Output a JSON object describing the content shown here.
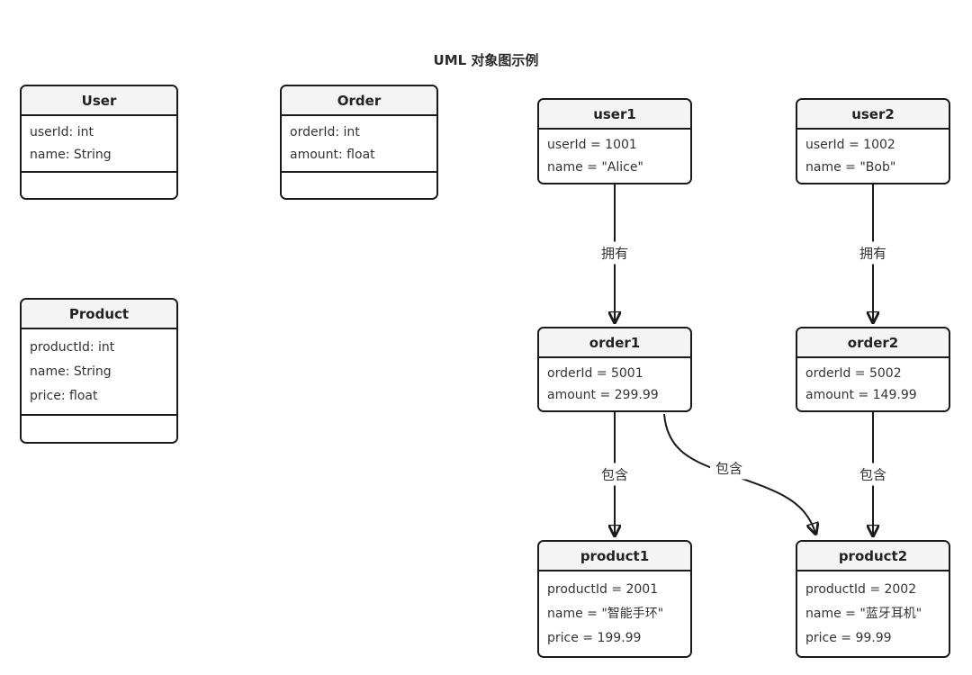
{
  "title": "UML 对象图示例",
  "colors": {
    "border_color": "#1a1a1a",
    "header_bg": "#f4f4f4",
    "text_color": "#333333",
    "canvas_bg": "#ffffff"
  },
  "classes": {
    "user": {
      "name": "User",
      "attributes": [
        "userId: int",
        "name: String"
      ]
    },
    "order": {
      "name": "Order",
      "attributes": [
        "orderId: int",
        "amount: float"
      ]
    },
    "product": {
      "name": "Product",
      "attributes": [
        "productId: int",
        "name: String",
        "price: float"
      ]
    }
  },
  "objects": {
    "user1": {
      "name": "user1",
      "attributes": [
        "userId = 1001",
        "name = \"Alice\""
      ]
    },
    "user2": {
      "name": "user2",
      "attributes": [
        "userId = 1002",
        "name = \"Bob\""
      ]
    },
    "order1": {
      "name": "order1",
      "attributes": [
        "orderId = 5001",
        "amount = 299.99"
      ]
    },
    "order2": {
      "name": "order2",
      "attributes": [
        "orderId = 5002",
        "amount = 149.99"
      ]
    },
    "product1": {
      "name": "product1",
      "attributes": [
        "productId = 2001",
        "name = \"智能手环\"",
        "price = 199.99"
      ]
    },
    "product2": {
      "name": "product2",
      "attributes": [
        "productId = 2002",
        "name = \"蓝牙耳机\"",
        "price = 99.99"
      ]
    }
  },
  "edges": {
    "user1_order1": {
      "from": "user1",
      "to": "order1",
      "label": "拥有"
    },
    "user2_order2": {
      "from": "user2",
      "to": "order2",
      "label": "拥有"
    },
    "order1_product1": {
      "from": "order1",
      "to": "product1",
      "label": "包含"
    },
    "order1_product2": {
      "from": "order1",
      "to": "product2",
      "label": "包含"
    },
    "order2_product2": {
      "from": "order2",
      "to": "product2",
      "label": "包含"
    }
  }
}
